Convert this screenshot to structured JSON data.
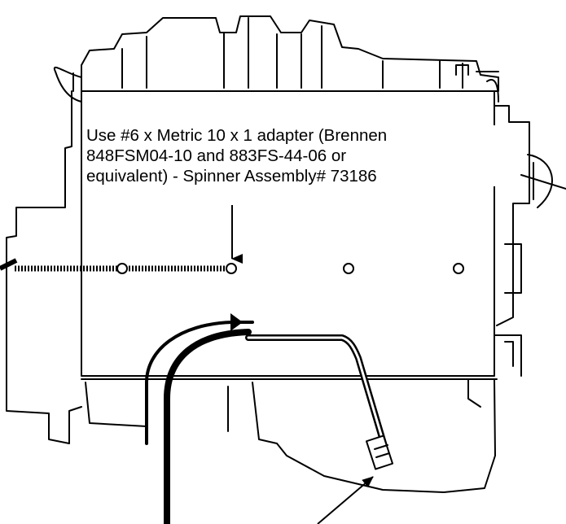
{
  "callout": {
    "lines": [
      "Use #6 x Metric 10 x 1 adapter (Brennen",
      "848FSM04-10 and 883FS-44-06 or",
      "equivalent) - Spinner Assembly# 73186"
    ]
  },
  "colors": {
    "ink": "#000000",
    "paper": "#ffffff"
  }
}
